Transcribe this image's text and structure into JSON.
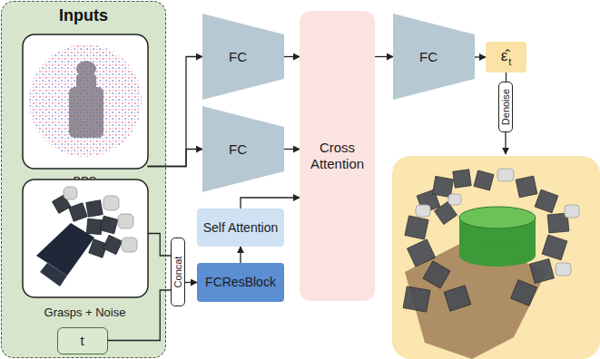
{
  "diagram": {
    "nodes": [
      {
        "text": [
          "Inputs"
        ]
      },
      {
        "text": [
          "BPS"
        ],
        "in": 0
      },
      {
        "text": [
          "Grasps + Noise"
        ],
        "in": 0
      },
      {
        "text": [
          "t"
        ],
        "in": 0
      },
      {
        "text": [
          "FC"
        ]
      },
      {
        "text": [
          "FC"
        ]
      },
      {
        "text": [
          "Self Attention"
        ]
      },
      {
        "text": [
          "FCResBlock"
        ]
      },
      {
        "text": [
          "Concat"
        ]
      },
      {
        "text": [
          "Cross Attention"
        ]
      },
      {
        "text": [
          "FC"
        ]
      },
      {
        "text": [
          "ε̂",
          "t"
        ]
      },
      {
        "text": [
          "Denoise"
        ]
      }
    ],
    "edges": [
      {
        "from": 1,
        "to": 4,
        "arrow": "to"
      },
      {
        "from": 1,
        "to": 5,
        "arrow": "to"
      },
      {
        "from": 2,
        "to": 8,
        "arrow": "none"
      },
      {
        "from": 3,
        "to": 8,
        "arrow": "none"
      },
      {
        "from": 8,
        "to": 7,
        "arrow": "to"
      },
      {
        "from": 7,
        "to": 6,
        "arrow": "to"
      },
      {
        "from": 6,
        "to": 9,
        "arrow": "to"
      },
      {
        "from": 4,
        "to": 9,
        "arrow": "to"
      },
      {
        "from": 5,
        "to": 9,
        "arrow": "to"
      },
      {
        "from": 9,
        "to": 10,
        "arrow": "to"
      },
      {
        "from": 10,
        "to": 11,
        "arrow": "to"
      },
      {
        "from": 11,
        "to": 12,
        "arrow": "none"
      }
    ]
  }
}
